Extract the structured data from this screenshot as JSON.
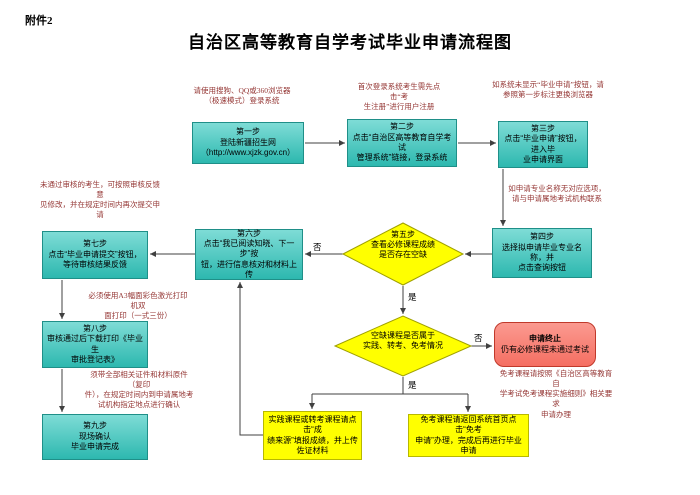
{
  "page": {
    "attachment": "附件2",
    "title": "自治区高等教育自学考试毕业申请流程图"
  },
  "colors": {
    "step_fill": "#33cccc",
    "decision_fill": "#ffff00",
    "terminate_fill": "#f97b6f",
    "note_text": "#953735",
    "connector": "#404040"
  },
  "steps": {
    "s1": {
      "title": "第一步",
      "desc": "登陆新疆招生网\n（http://www.xjzk.gov.cn）"
    },
    "s2": {
      "title": "第二步",
      "desc": "点击“自治区高等教育自学考试\n管理系统”链接，登录系统"
    },
    "s3": {
      "title": "第三步",
      "desc": "点击“毕业申请”按钮，进入毕\n业申请界面"
    },
    "s4": {
      "title": "第四步",
      "desc": "选择拟申请毕业专业名称，并\n点击查询按钮"
    },
    "s5": {
      "title": "第五步",
      "desc": "查看必修课程成绩\n是否存在空缺"
    },
    "s6": {
      "title": "第六步",
      "desc": "点击“我已阅读知晓、下一步”按\n钮，进行信息核对和材料上传"
    },
    "s7": {
      "title": "第七步",
      "desc": "点击“毕业申请提交”按钮，\n等待审核结果反馈"
    },
    "s8": {
      "title": "第八步",
      "desc": "审核通过后下载打印《毕业生\n审批登记表》"
    },
    "s9": {
      "title": "第九步",
      "desc": "现场确认\n毕业申请完成"
    }
  },
  "decision2": "空缺课程是否属于\n实践、转考、免考情况",
  "terminate": {
    "title": "申请终止",
    "desc": "仍有必修课程未通过考试"
  },
  "actions": {
    "practice": "实践课程或转考课程请点击“成\n绩来源”填报成绩，并上传佐证材料",
    "exempt": "免考课程请返回系统首页点击“免考\n申请”办理，完成后再进行毕业申请"
  },
  "notes": {
    "browser": "请使用搜狗、QQ或360浏览器\n（极速模式）登录系统",
    "register": "首次登录系统考生需先点击“考\n生注册”进行用户注册",
    "no_button": "如系统未显示“毕业申请”按钮，请\n参照第一步标注更换浏览器",
    "rejected": "未通过审核的考生，可按照审核反馈意\n见修改，并在规定时间内再次提交申请",
    "no_major": "如申请专业名称无对应选项，\n请与申请属地考试机构联系",
    "print": "必须使用A3幅面彩色激光打印机双\n面打印（一式三份）",
    "confirm": "须带全部相关证件和材料原件（复印\n件），在规定时间内到申请属地考\n试机构指定地点进行确认",
    "exempt_rule": "免考课程请按照《自治区高等教育自\n学考试免考课程实施细则》相关要求\n申请办理"
  },
  "labels": {
    "no": "否",
    "yes": "是"
  }
}
